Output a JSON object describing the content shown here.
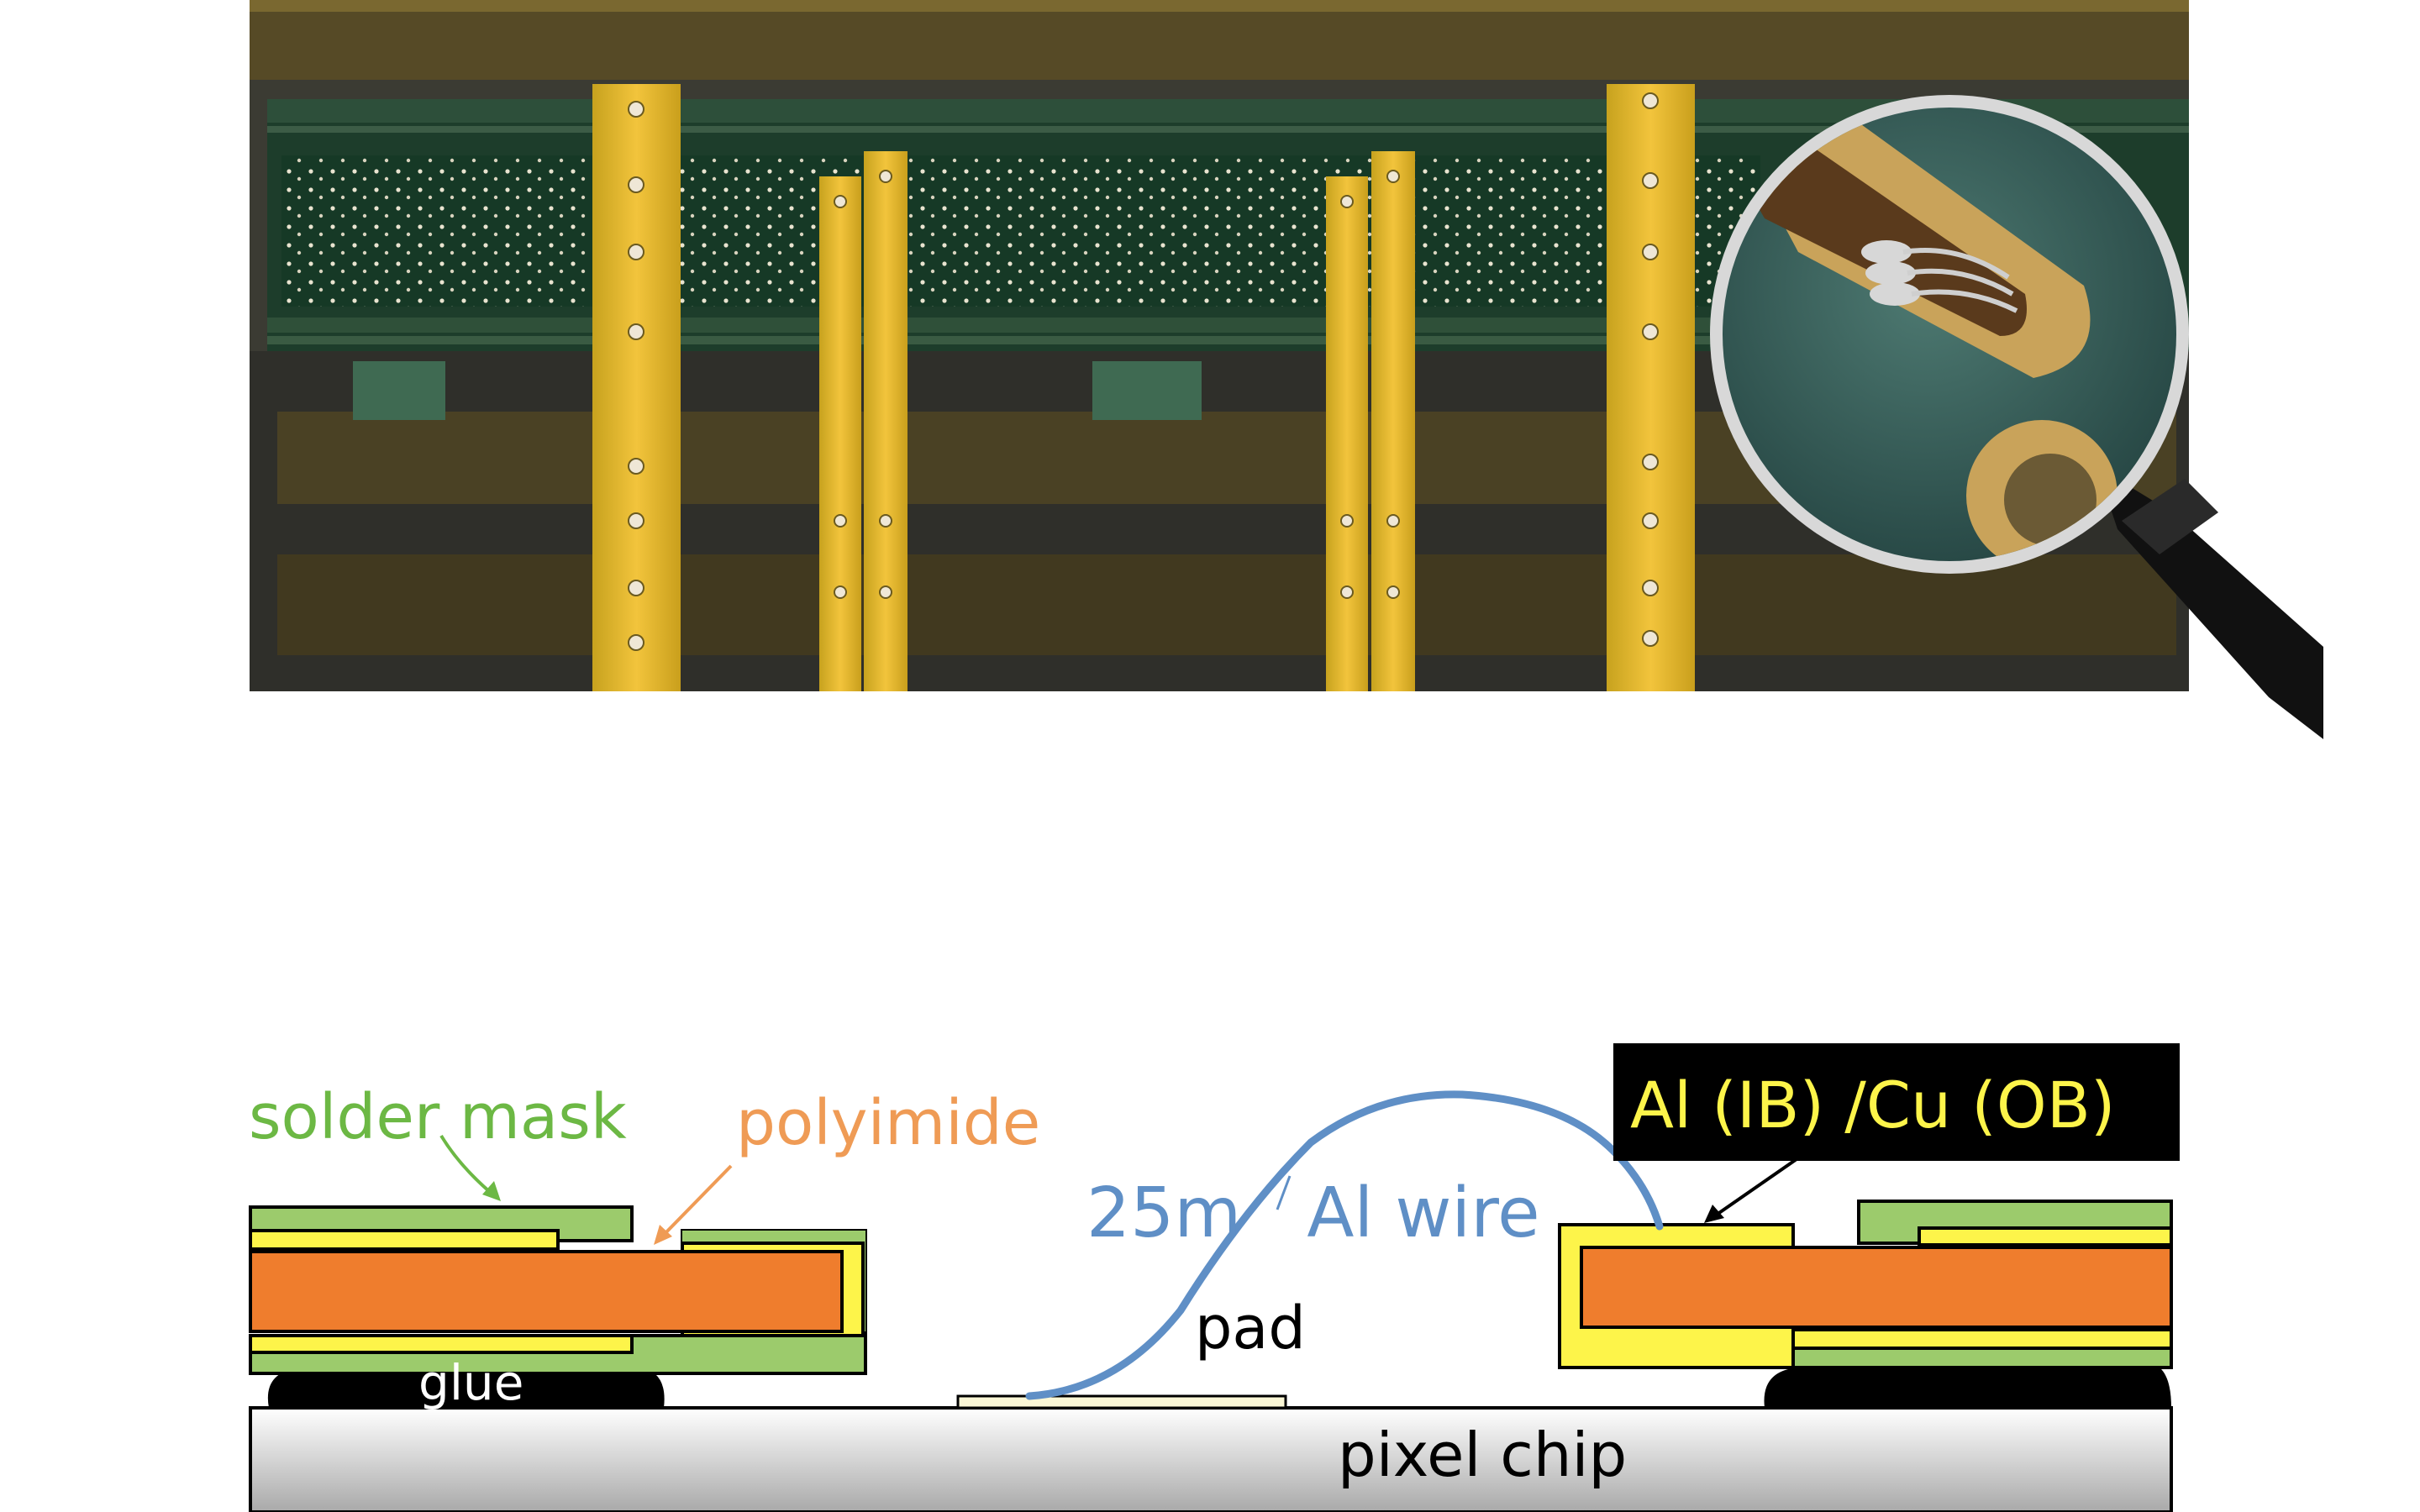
{
  "photo": {
    "description_icon": "magnifier-icon"
  },
  "labels": {
    "solder_mask": "solder mask",
    "polyimide": "polyimide",
    "wire": "25m   Al wire",
    "pad": "pad",
    "metal": "Al (IB) /Cu (OB)",
    "glue": "glue",
    "pixel_chip": "pixel chip"
  },
  "colors": {
    "solder_mask": "#9ccb6c",
    "polyimide": "#ef7d2d",
    "metal": "#fdf44a",
    "wire": "#5f8fc6",
    "glue": "#000000",
    "solder_mask_text": "#6cb844",
    "polyimide_text": "#ef9b55",
    "wire_text": "#5f8fc6",
    "metal_box_bg": "#000000",
    "metal_box_text": "#fdf44a"
  }
}
